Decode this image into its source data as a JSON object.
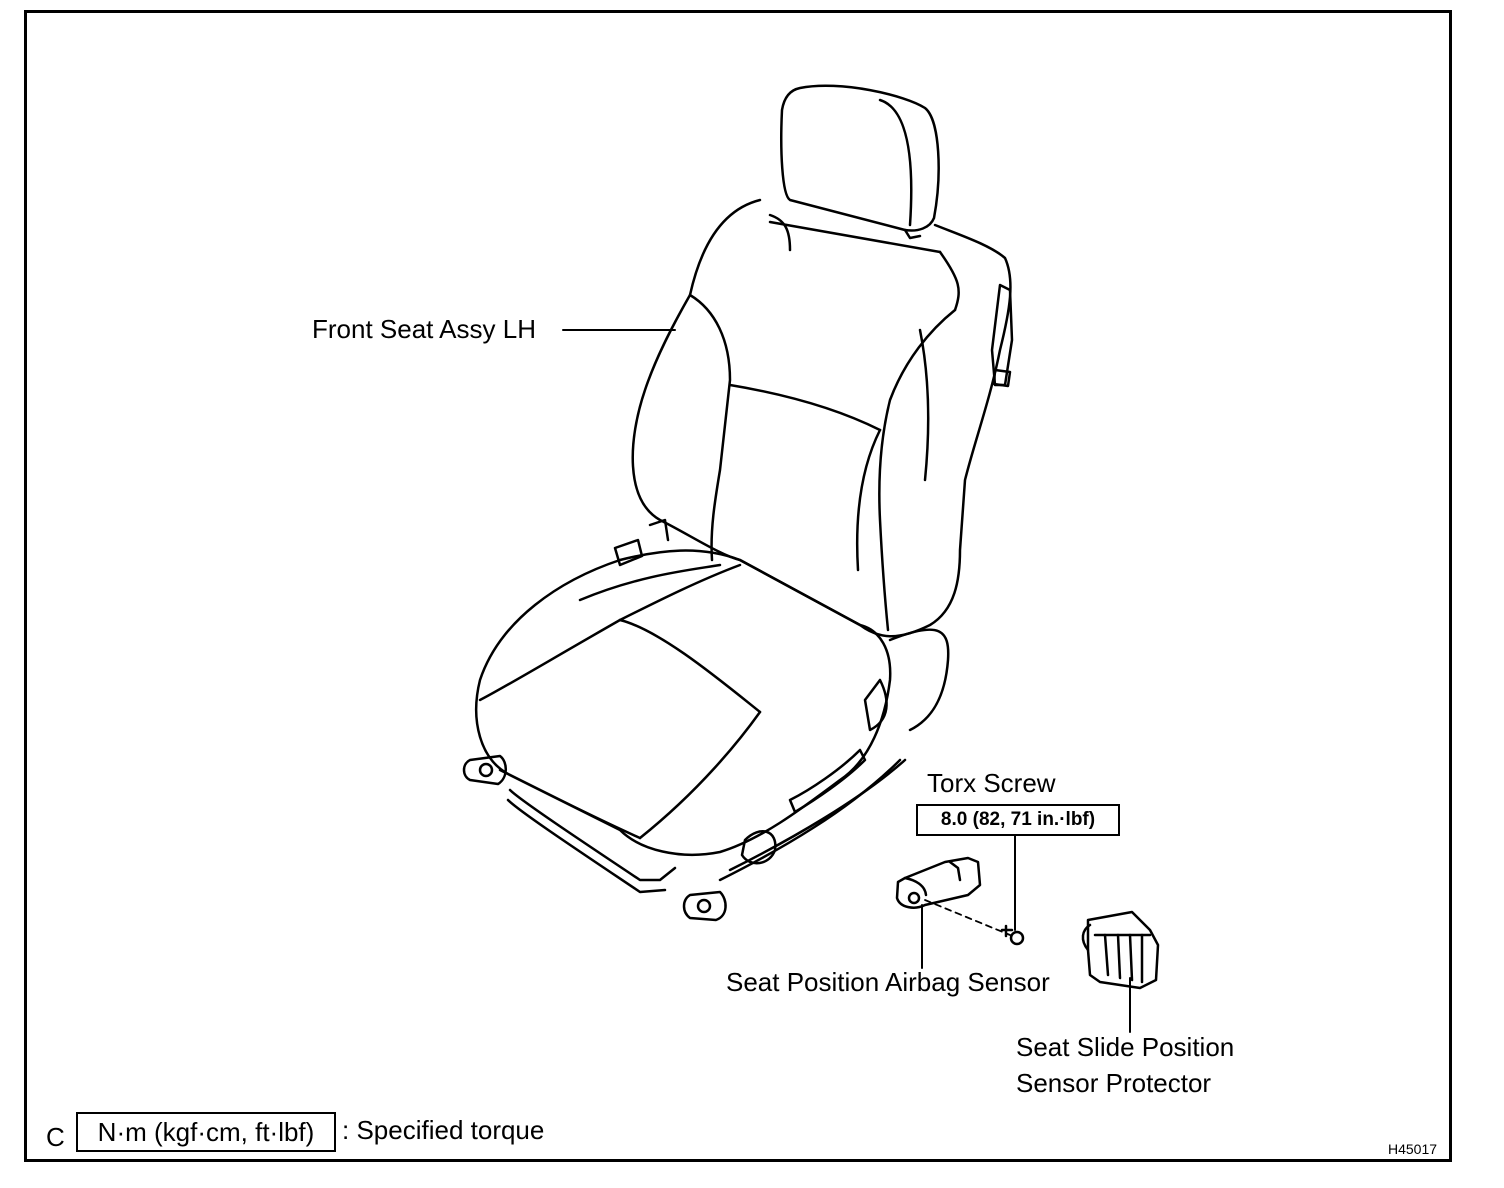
{
  "labels": {
    "seat": "Front Seat Assy LH",
    "torx": "Torx Screw",
    "torque_value": "8.0 (82, 71 in.·lbf)",
    "airbag_sensor": "Seat Position Airbag Sensor",
    "protector_line1": "Seat Slide Position",
    "protector_line2": "Sensor Protector"
  },
  "legend": {
    "mark": "C",
    "unit": "N·m (kgf·cm, ft·lbf)",
    "text": ": Specified torque"
  },
  "figure_id": "H45017"
}
